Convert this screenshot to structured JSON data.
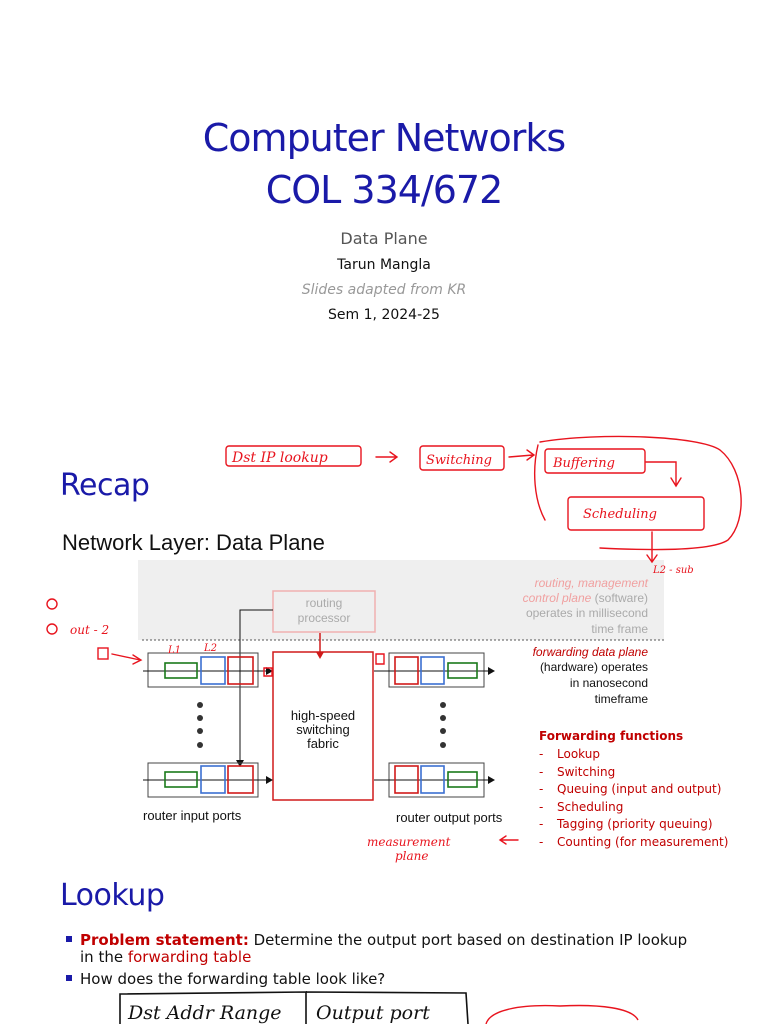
{
  "title": {
    "line1": "Computer Networks",
    "line2": "COL 334/672"
  },
  "subtitle": {
    "topic": "Data Plane",
    "author": "Tarun Mangla",
    "credit": "Slides adapted from KR",
    "semester": "Sem 1, 2024-25"
  },
  "recap": {
    "heading": "Recap",
    "subheading": "Network Layer: Data Plane",
    "diagram": {
      "routing_processor": "routing processor",
      "control_plane_text": {
        "line1": "routing, management",
        "line2_red": "control plane",
        "line2_rest": " (software)",
        "line3": "operates in millisecond",
        "line4": "time frame"
      },
      "data_plane_text": {
        "line1": "forwarding data plane",
        "line2": "(hardware) operates",
        "line3": "in nanosecond",
        "line4": "timeframe"
      },
      "fabric_label": [
        "high-speed",
        "switching",
        "fabric"
      ],
      "input_ports_label": "router input ports",
      "output_ports_label": "router output ports"
    },
    "forwarding_functions": {
      "title": "Forwarding functions",
      "items": [
        "Lookup",
        "Switching",
        "Queuing (input and output)",
        "Scheduling",
        "Tagging (priority queuing)",
        "Counting (for measurement)"
      ]
    },
    "annotations": {
      "pipeline": [
        "Dst IP lookup",
        "Switching",
        "Buffering",
        "Scheduling"
      ],
      "side_labels": [
        "out - 2",
        "L2 - sub"
      ],
      "measurement": [
        "measurement",
        "plane"
      ],
      "tags": [
        "L1",
        "L2"
      ]
    }
  },
  "lookup": {
    "heading": "Lookup",
    "bullet1": {
      "label": "Problem statement:",
      "text": " Determine the output port based on destination IP lookup",
      "cont": "in the ",
      "link": "forwarding table"
    },
    "bullet2": "How does the forwarding table look like?",
    "table_sketch": {
      "col1": "Dst Addr Range",
      "col2": "Output port"
    }
  },
  "colors": {
    "title_blue": "#1a1aa8",
    "accent_red": "#c00000",
    "queue_green": "#1a7a1a",
    "queue_blue": "#3b6fd1",
    "queue_red": "#d01a1a",
    "ink_red": "#e8141e"
  }
}
